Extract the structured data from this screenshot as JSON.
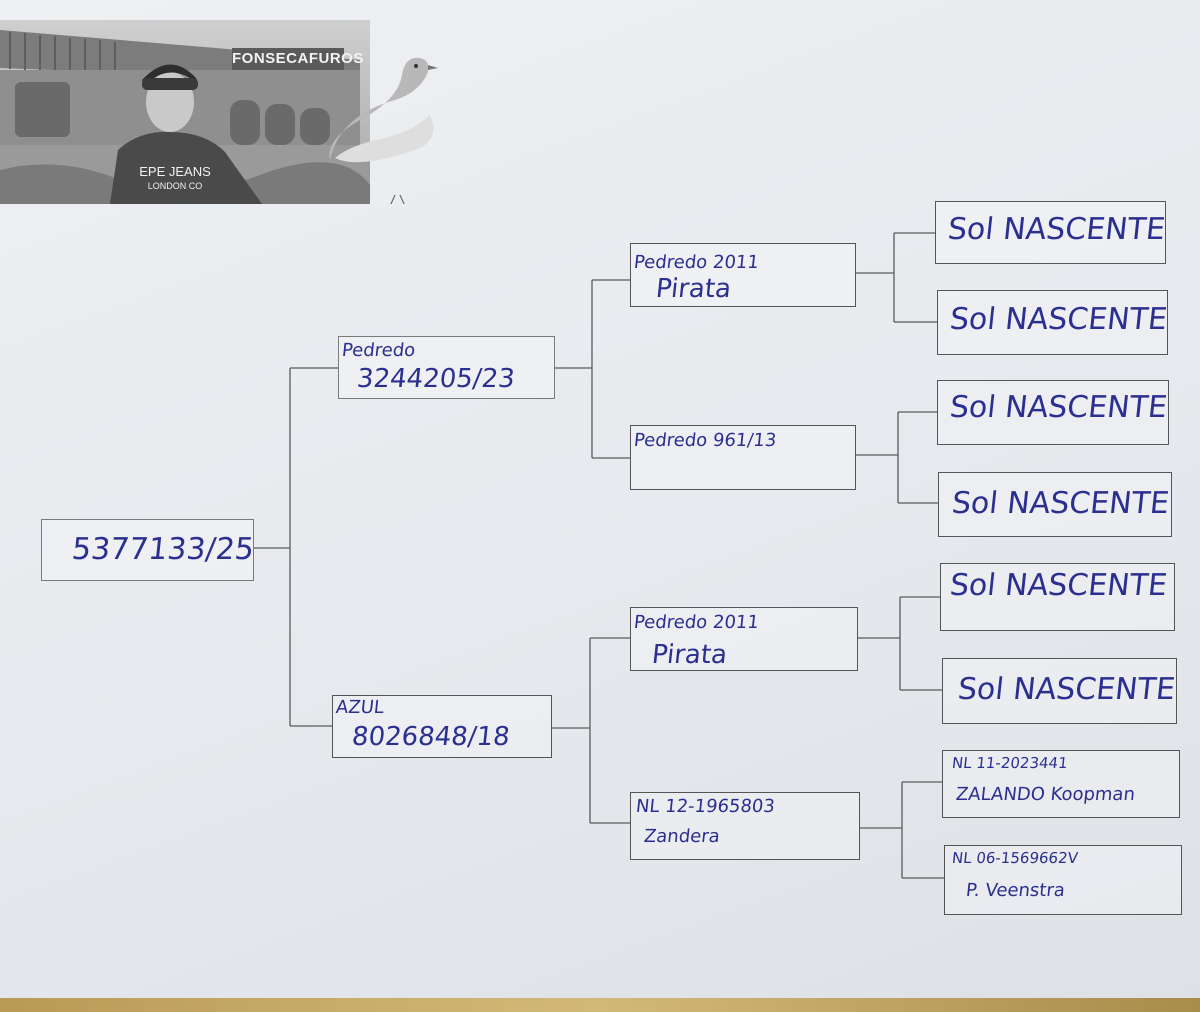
{
  "header": {
    "brand": "FONSECAFUROS",
    "shirt_line1": "EPE JEANS",
    "shirt_line2": "LONDON CO"
  },
  "pedigree": {
    "subject": {
      "ring": "5377133/25"
    },
    "sire": {
      "line1": "Pedredo",
      "line2": "3244205/23"
    },
    "dam": {
      "line1": "AZUL",
      "line2": "8026848/18"
    },
    "sire_sire": {
      "line1": "Pedredo 2011",
      "line2": "Pirata"
    },
    "sire_dam": {
      "line1": "Pedredo 961/13",
      "line2": ""
    },
    "dam_sire": {
      "line1": "Pedredo 2011",
      "line2": "Pirata"
    },
    "dam_dam": {
      "line1": "NL 12-1965803",
      "line2": "Zandera"
    },
    "ggp": [
      {
        "line1": "Sol NASCENTE",
        "line2": ""
      },
      {
        "line1": "Sol NASCENTE",
        "line2": ""
      },
      {
        "line1": "Sol NASCENTE",
        "line2": ""
      },
      {
        "line1": "Sol NASCENTE",
        "line2": ""
      },
      {
        "line1": "Sol NASCENTE",
        "line2": ""
      },
      {
        "line1": "Sol NASCENTE",
        "line2": ""
      },
      {
        "line1": "NL 11-2023441",
        "line2": "ZALANDO Koopman"
      },
      {
        "line1": "NL 06-1569662V",
        "line2": "P. Veenstra"
      }
    ]
  },
  "colors": {
    "ink": "#2b2f8f",
    "pencil": "#555555",
    "paper": "#e9ecef"
  }
}
